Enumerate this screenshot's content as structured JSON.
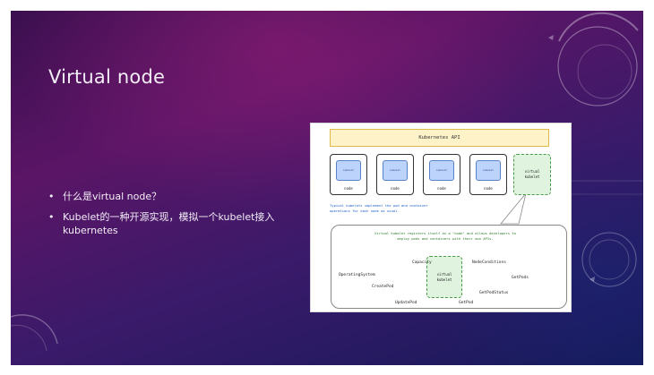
{
  "slide": {
    "title": "Virtual node",
    "bullets": [
      "什么是virtual node？",
      "Kubelet的一种开源实现，模拟一个kubelet接入kubernetes"
    ]
  },
  "diagram": {
    "api_label": "Kubernetes API",
    "kubelet_label": "kubelet",
    "node_label": "node",
    "node_count": 4,
    "virtual_kubelet_label": "virtual\nkubelet",
    "typical_text": "Typical kubelets implement the pod and container\noperations for each node as usual.",
    "vk_desc": "Virtual kubelet registers itself as a \"node\" and allows developers to\ndeploy pods and containers with their own APIs.",
    "api_words": [
      "Capacity",
      "OperatingSystem",
      "CreatePod",
      "UpdatePod",
      "NodeConditions",
      "GetPods",
      "GetPodStatus",
      "GetPod"
    ]
  },
  "colors": {
    "api_bar": "#fdf2c8",
    "kubelet_chip": "#bcd4fb",
    "virtual_kubelet": "#dff3df",
    "typical_text": "#2060c8",
    "vk_text": "#2b7a2b"
  }
}
